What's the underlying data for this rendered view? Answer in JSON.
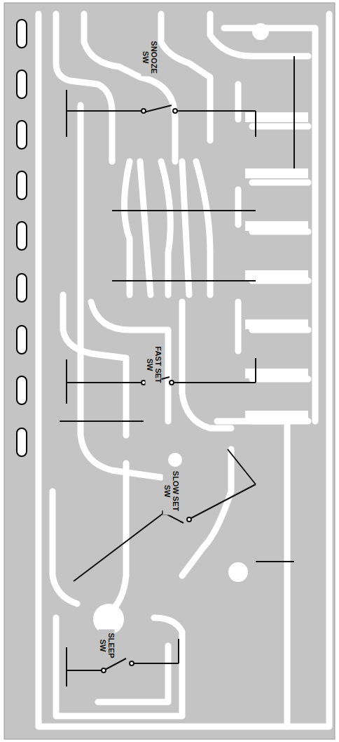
{
  "diagram": {
    "labels": [
      "SNOOZE SW",
      "FAST SET SW",
      "SLOW SET SW",
      "SLEEP SW"
    ]
  }
}
